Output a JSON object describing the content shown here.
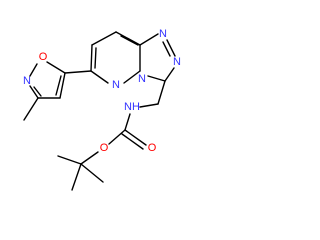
{
  "colors": {
    "bond": "#000000",
    "nitrogen": "#3333ff",
    "oxygen": "#ff0000",
    "background": "#ffffff"
  },
  "atoms": {
    "N_triazole_top": "N",
    "N_triazole_right": "N",
    "N_bridge": "N",
    "N_pyridazine": "N",
    "O_isoxazole": "O",
    "N_isoxazole": "N",
    "NH": "NH",
    "O_carbonyl": "O",
    "O_ester": "O"
  }
}
